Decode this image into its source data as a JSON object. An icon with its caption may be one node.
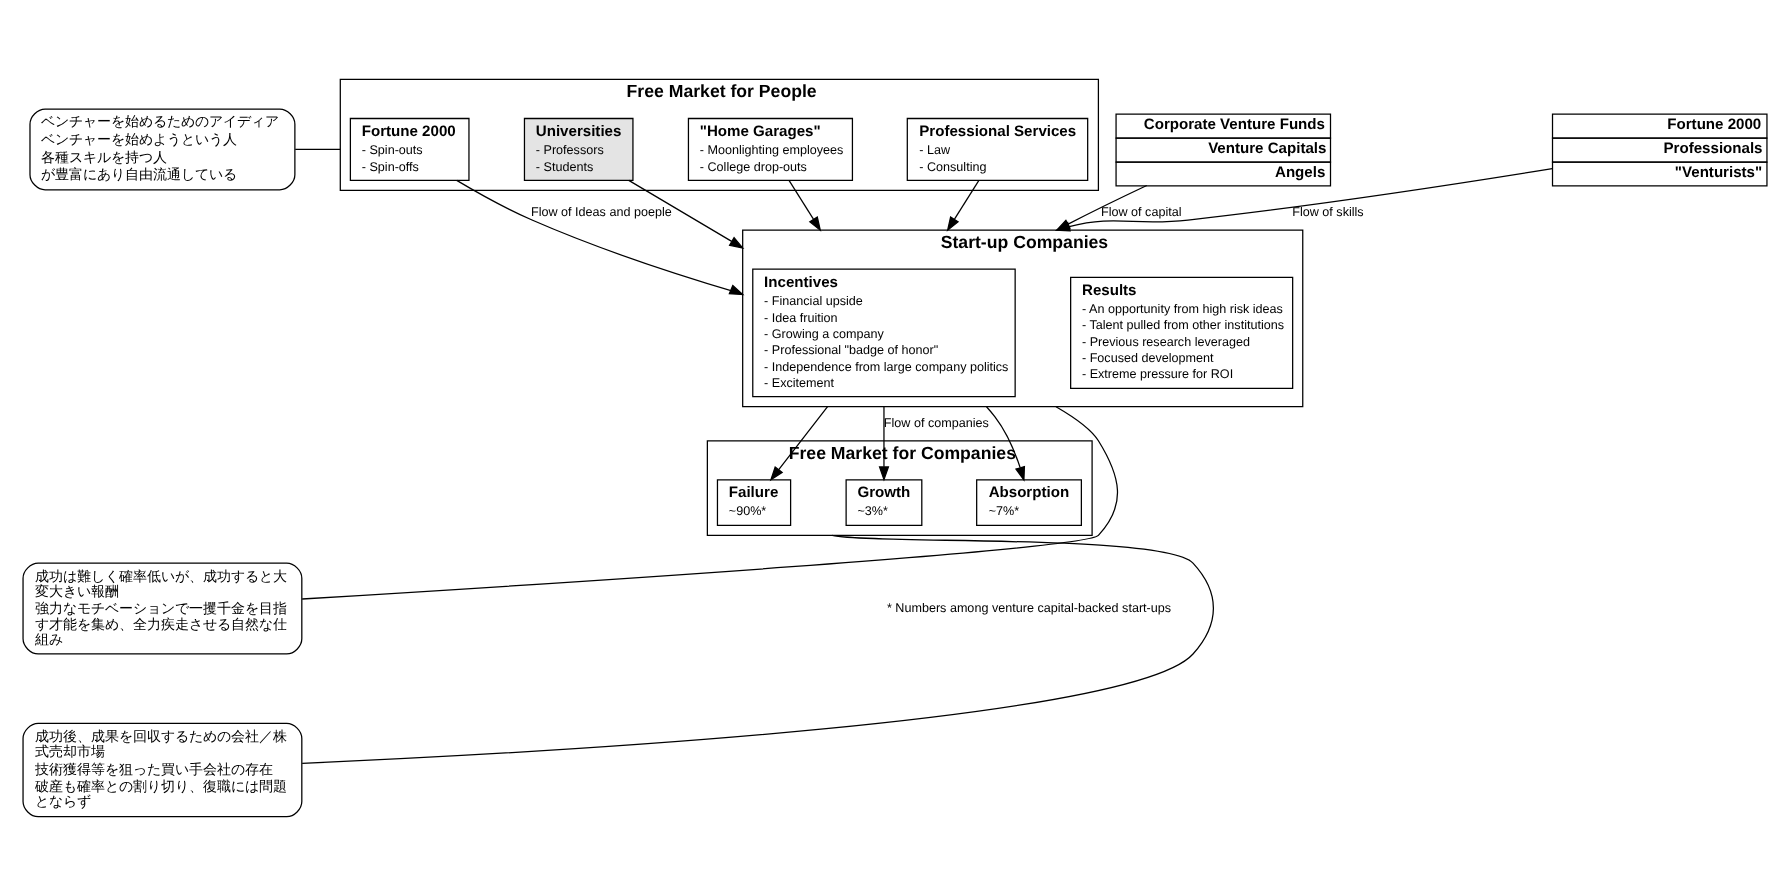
{
  "diagram": {
    "nodes": [
      {
        "text": [
          "ベンチャーを始めるためのアイディア",
          "ベンチャーを始めようという人",
          "各種スキルを持つ人",
          "が豊富にあり自由流通している"
        ]
      },
      {
        "text": [
          "Free Market for People"
        ]
      },
      {
        "text": [
          "Fortune 2000",
          "- Spin-outs",
          "- Spin-offs"
        ],
        "in": 1
      },
      {
        "text": [
          "Universities",
          "- Professors",
          "- Students"
        ],
        "in": 1
      },
      {
        "text": [
          "\"Home Garages\"",
          "- Moonlighting employees",
          "- College drop-outs"
        ],
        "in": 1
      },
      {
        "text": [
          "Professional Services",
          "- Law",
          "- Consulting"
        ],
        "in": 1
      },
      {
        "text": [
          "Corporate Venture Funds",
          "Venture Capitals",
          "Angels"
        ]
      },
      {
        "text": [
          "Fortune 2000",
          "Professionals",
          "\"Venturists\""
        ]
      },
      {
        "text": [
          "Start-up Companies"
        ]
      },
      {
        "text": [
          "Incentives",
          "- Financial upside",
          "- Idea fruition",
          "- Growing a company",
          "- Professional \"badge of honor\"",
          "- Independence from large company politics",
          "- Excitement"
        ],
        "in": 8
      },
      {
        "text": [
          "Results",
          "- An opportunity from high risk ideas",
          "- Talent pulled from other institutions",
          "- Previous research leveraged",
          "- Focused development",
          "- Extreme pressure for ROI"
        ],
        "in": 8
      },
      {
        "text": [
          "成功は難しく確率低いが、成功すると大変大きい報酬",
          "強力なモチベーションで一攫千金を目指す才能を集め、全力疾走させる自然な仕組み"
        ]
      },
      {
        "text": [
          "Free Market for Companies"
        ]
      },
      {
        "text": [
          "Failure",
          "~90%*"
        ],
        "in": 12
      },
      {
        "text": [
          "Growth",
          "~3%*"
        ],
        "in": 12
      },
      {
        "text": [
          "Absorption",
          "~7%*"
        ],
        "in": 12
      },
      {
        "text": [
          "成功後、成果を回収するための会社／株式売却市場",
          "技術獲得等を狙った買い手会社の存在",
          "破産も確率との割り切り、復職には問題とならず"
        ]
      }
    ],
    "edges": [
      {
        "from": 0,
        "to": 1,
        "arrow": "none"
      },
      {
        "from": 2,
        "to": 8,
        "arrow": "to",
        "label": "Flow of Ideas and poeple"
      },
      {
        "from": 3,
        "to": 8,
        "arrow": "to"
      },
      {
        "from": 4,
        "to": 8,
        "arrow": "to"
      },
      {
        "from": 5,
        "to": 8,
        "arrow": "to"
      },
      {
        "from": 6,
        "to": 8,
        "arrow": "to",
        "label": "Flow of capital"
      },
      {
        "from": 7,
        "to": 8,
        "arrow": "to",
        "label": "Flow of skills"
      },
      {
        "from": 11,
        "to": 8,
        "arrow": "none"
      },
      {
        "from": 8,
        "to": 13,
        "arrow": "to"
      },
      {
        "from": 8,
        "to": 14,
        "arrow": "to",
        "label": "Flow of companies"
      },
      {
        "from": 8,
        "to": 15,
        "arrow": "to"
      },
      {
        "from": 16,
        "to": 12,
        "arrow": "none"
      }
    ],
    "labels": [
      "* Numbers among venture capital-backed start-ups"
    ]
  }
}
